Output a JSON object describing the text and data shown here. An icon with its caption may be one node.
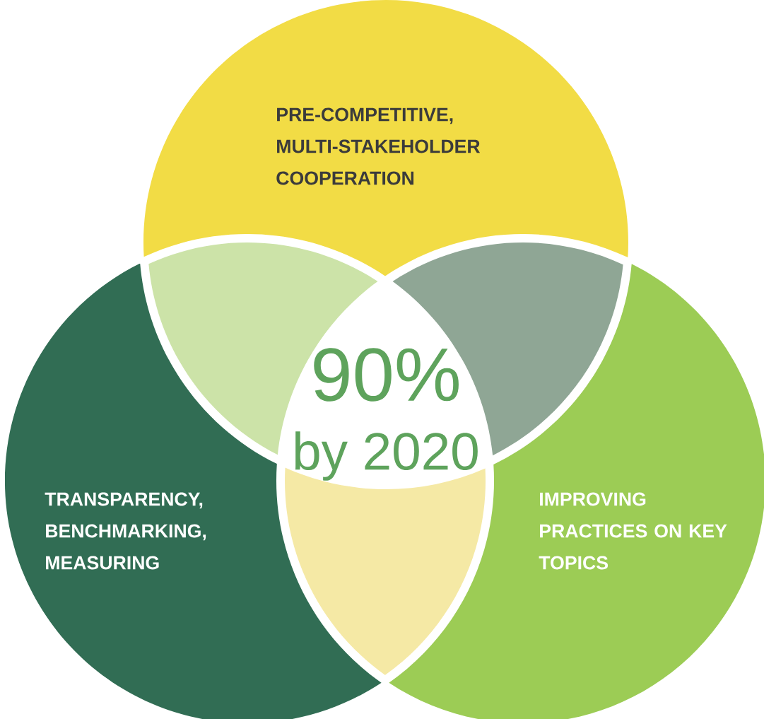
{
  "diagram": {
    "nodes": [
      {
        "text": [
          "PRE-COMPETITIVE, MULTI-STAKEHOLDER COOPERATION"
        ]
      },
      {
        "text": [
          "TRANSPARENCY, BENCHMARKING, MEASURING"
        ]
      },
      {
        "text": [
          "IMPROVING PRACTICES ON KEY TOPICS"
        ]
      },
      {
        "text": [
          "90%",
          "by 2020"
        ]
      }
    ]
  }
}
